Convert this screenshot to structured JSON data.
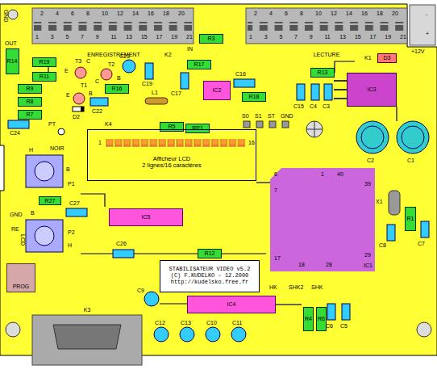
{
  "diagram": {
    "title": "STABILISATEUR VIDEO v5.2",
    "nodes": [
      {
        "text": [
          "ENREGISTREMENT"
        ]
      },
      {
        "text": [
          "LECTURE"
        ]
      },
      {
        "text": [
          "R14"
        ]
      },
      {
        "text": [
          "R19"
        ]
      },
      {
        "text": [
          "R11"
        ]
      },
      {
        "text": [
          "R9"
        ]
      },
      {
        "text": [
          "R8"
        ]
      },
      {
        "text": [
          "R7"
        ]
      },
      {
        "text": [
          "R3"
        ]
      },
      {
        "text": [
          "R17"
        ]
      },
      {
        "text": [
          "R16"
        ]
      },
      {
        "text": [
          "R18"
        ]
      },
      {
        "text": [
          "R13"
        ]
      },
      {
        "text": [
          "D3"
        ]
      },
      {
        "text": [
          "R5"
        ]
      },
      {
        "text": [
          "RP1"
        ]
      },
      {
        "text": [
          "IC2"
        ]
      },
      {
        "text": [
          "IC3"
        ]
      },
      {
        "text": [
          "Afficheur LCD",
          "2 lignes/16 caractères"
        ]
      },
      {
        "text": [
          "IC5"
        ]
      },
      {
        "text": [
          "R12"
        ]
      },
      {
        "text": [
          "R27"
        ]
      },
      {
        "text": [
          "PROG"
        ]
      },
      {
        "text": [
          "IC1"
        ]
      },
      {
        "text": [
          "IC4"
        ]
      },
      {
        "text": [
          "K3"
        ]
      },
      {
        "text": [
          "R1"
        ]
      },
      {
        "text": [
          "R4"
        ]
      },
      {
        "text": [
          "R6"
        ]
      },
      {
        "text": [
          "STABILISATEUR VIDEO v5.2",
          "(C) F.KUDELKO - 12.2000",
          "http://kudelsko.free.fr"
        ]
      }
    ],
    "labels": [
      "2",
      "4",
      "6",
      "8",
      "10",
      "12",
      "14",
      "16",
      "18",
      "20",
      "1",
      "3",
      "5",
      "7",
      "9",
      "11",
      "13",
      "15",
      "17",
      "19",
      "21",
      "2",
      "4",
      "6",
      "8",
      "10",
      "12",
      "14",
      "16",
      "18",
      "20",
      "1",
      "3",
      "5",
      "7",
      "9",
      "11",
      "13",
      "15",
      "17",
      "19",
      "21",
      "GND",
      "OUT",
      "IN",
      "K2",
      "+12V",
      "+",
      "-",
      "K1",
      "T3",
      "E",
      "C",
      "T2",
      "B",
      "C",
      "T1",
      "E",
      "B",
      "C23",
      "C19",
      "C17",
      "C16",
      "C15",
      "C4",
      "C3",
      "L1",
      "C22",
      "D2",
      "PT",
      "C24",
      "S0",
      "S1",
      "ST",
      "GND",
      "C2",
      "C1",
      "K4",
      "1",
      "16",
      "NOIR",
      "H",
      "B",
      "P1",
      "GND",
      "RE",
      "LCD",
      "B",
      "H",
      "P2",
      "C27",
      "C26",
      "X1",
      "C8",
      "C7",
      "C9",
      "HK",
      "SHK2",
      "SHK",
      "C12",
      "C13",
      "C10",
      "C11",
      "C6",
      "C5",
      "6",
      "1",
      "40",
      "7",
      "17",
      "18",
      "28",
      "29",
      "39"
    ]
  }
}
